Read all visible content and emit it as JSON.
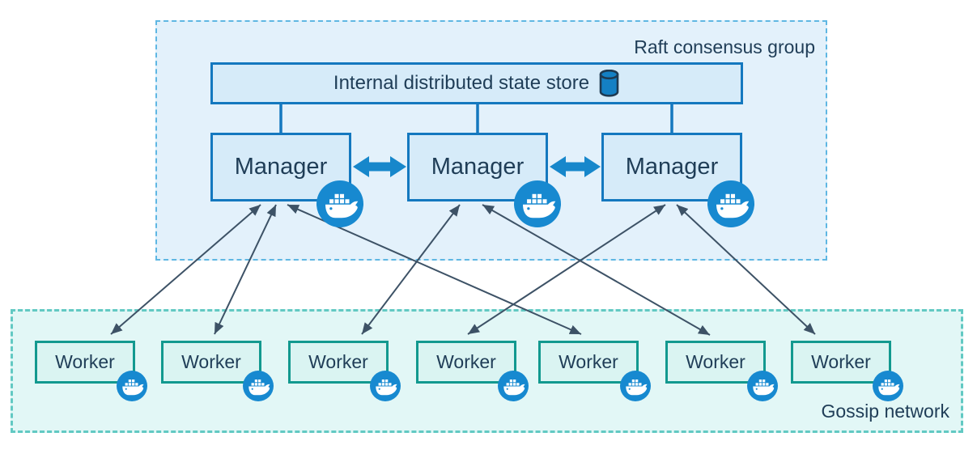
{
  "raft_group": {
    "label": "Raft consensus group",
    "state_store": {
      "label": "Internal distributed state store",
      "icon": "database-icon"
    },
    "managers": [
      {
        "label": "Manager",
        "badge_icon": "docker-whale-icon"
      },
      {
        "label": "Manager",
        "badge_icon": "docker-whale-icon"
      },
      {
        "label": "Manager",
        "badge_icon": "docker-whale-icon"
      }
    ]
  },
  "gossip_network": {
    "label": "Gossip network",
    "workers": [
      {
        "label": "Worker",
        "badge_icon": "docker-whale-icon"
      },
      {
        "label": "Worker",
        "badge_icon": "docker-whale-icon"
      },
      {
        "label": "Worker",
        "badge_icon": "docker-whale-icon"
      },
      {
        "label": "Worker",
        "badge_icon": "docker-whale-icon"
      },
      {
        "label": "Worker",
        "badge_icon": "docker-whale-icon"
      },
      {
        "label": "Worker",
        "badge_icon": "docker-whale-icon"
      },
      {
        "label": "Worker",
        "badge_icon": "docker-whale-icon"
      }
    ]
  },
  "links": {
    "store_to_managers": [
      "manager-1",
      "manager-2",
      "manager-3"
    ],
    "manager_peer_links": [
      {
        "from": "manager-1",
        "to": "manager-2",
        "style": "thick-double-arrow"
      },
      {
        "from": "manager-2",
        "to": "manager-3",
        "style": "thick-double-arrow"
      }
    ],
    "manager_worker_links": [
      {
        "from": "manager-1",
        "to": "worker-1",
        "style": "thin-double-arrow"
      },
      {
        "from": "manager-1",
        "to": "worker-2",
        "style": "thin-double-arrow"
      },
      {
        "from": "manager-1",
        "to": "worker-5",
        "style": "thin-double-arrow"
      },
      {
        "from": "manager-2",
        "to": "worker-3",
        "style": "thin-double-arrow"
      },
      {
        "from": "manager-2",
        "to": "worker-6",
        "style": "thin-double-arrow"
      },
      {
        "from": "manager-3",
        "to": "worker-4",
        "style": "thin-double-arrow"
      },
      {
        "from": "manager-3",
        "to": "worker-7",
        "style": "thin-double-arrow"
      }
    ]
  },
  "colors": {
    "raft_fill": "#e3f1fb",
    "raft_dashed_border": "#5fb7e3",
    "gossip_fill": "#e2f7f6",
    "gossip_dashed_border": "#62c9c3",
    "blue_node_fill": "#d6ebf9",
    "blue_node_border": "#1478bf",
    "worker_fill": "#daf4f2",
    "worker_border": "#12998f",
    "text": "#1f3d57",
    "docker_badge": "#1789d0",
    "thick_arrow": "#1787cb",
    "thin_arrow": "#3d5266"
  }
}
